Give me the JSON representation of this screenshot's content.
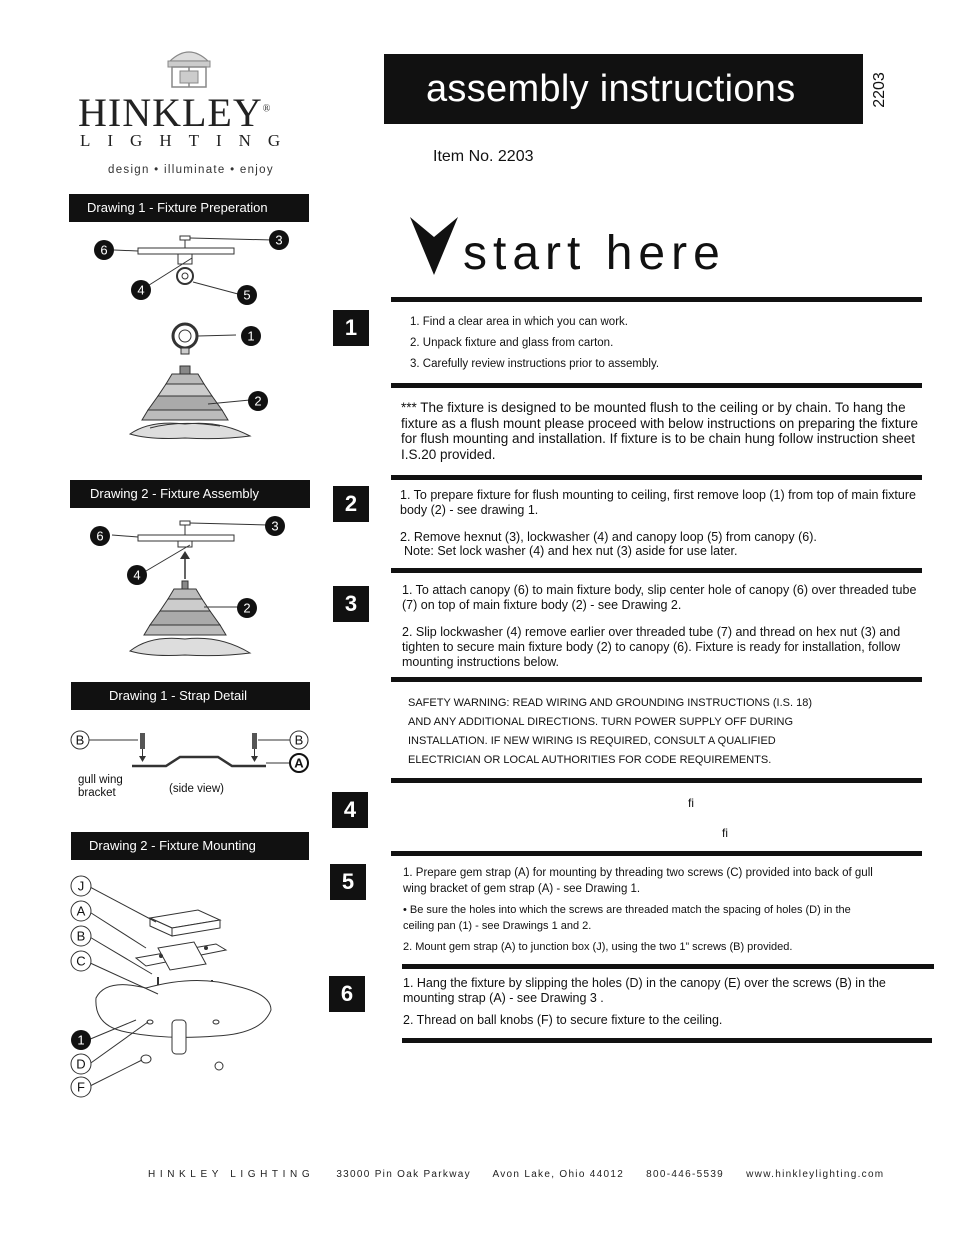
{
  "brand": {
    "name": "HINKLEY",
    "sub": "LIGHTING",
    "tagline": "design • illuminate • enjoy",
    "registered": "®"
  },
  "header": {
    "title": "assembly instructions",
    "item_code": "2203",
    "item_no": "Item No. 2203",
    "start": "start here"
  },
  "drawings": {
    "d1": "Drawing 1 - Fixture Preperation",
    "d2": "Drawing 2 - Fixture Assembly",
    "d3": "Drawing 1 - Strap Detail",
    "d4": "Drawing 2 - Fixture Mounting"
  },
  "callouts": {
    "one": "1",
    "two": "2",
    "three": "3",
    "four": "4",
    "five": "5",
    "six": "6",
    "A": "A",
    "B": "B",
    "C": "C",
    "D": "D",
    "F": "F",
    "J": "J"
  },
  "strap": {
    "gull_wing": "gull wing",
    "bracket": "bracket",
    "side_view": "(side view)"
  },
  "steps": {
    "s1_num": "1",
    "s1_lines": [
      "1. Find a clear area in which you can work.",
      "2. Unpack fixture and glass from carton.",
      "3. Carefully review instructions prior to assembly."
    ],
    "note": "*** The fixture is designed to be mounted flush to the ceiling or by chain. To hang the fixture as a flush mount please proceed with below instructions on preparing the fixture for flush mounting and installation. If fixture is to be chain hung follow instruction sheet I.S.20 provided.",
    "s2_num": "2",
    "s2_a": "1. To prepare fixture for flush mounting to ceiling, first remove loop (1) from top of main fixture body (2) - see drawing 1.",
    "s2_b": "2. Remove hexnut (3), lockwasher (4) and canopy loop (5) from canopy (6).",
    "s2_c": "Note: Set lock washer (4) and hex nut (3) aside for use later.",
    "s3_num": "3",
    "s3_a": "1. To attach canopy (6) to main fixture body, slip center hole of canopy (6) over threaded tube (7) on top of main fixture body (2) - see Drawing 2.",
    "s3_b": "2. Slip lockwasher (4) remove earlier over threaded tube (7) and thread on hex nut (3) and tighten to secure main fixture body (2) to canopy (6). Fixture is ready for installation, follow mounting instructions below.",
    "warning": [
      "SAFETY WARNING: READ WIRING AND GROUNDING INSTRUCTIONS (I.S. 18)",
      "AND ANY ADDITIONAL DIRECTIONS. TURN POWER SUPPLY OFF DURING",
      "INSTALLATION. IF NEW WIRING IS REQUIRED, CONSULT A QUALIFIED",
      "ELECTRICIAN OR LOCAL AUTHORITIES FOR CODE REQUIREMENTS."
    ],
    "s4_num": "4",
    "s4_glyph_a": "ﬁ",
    "s4_glyph_b": "ﬁ",
    "s5_num": "5",
    "s5_a": "1. Prepare gem strap (A) for mounting by threading two screws (C) provided into back of gull wing bracket of gem strap (A) - see Drawing 1.",
    "s5_b": "• Be sure the holes into which the screws are threaded match the spacing of holes (D) in the ceiling pan (1) - see Drawings 1 and 2.",
    "s5_c": "2. Mount gem strap (A) to junction box (J), using the two 1” screws (B) provided.",
    "s6_num": "6",
    "s6_a": "1. Hang the fixture by slipping the holes  (D)  in the canopy (E)  over the screws (B)  in the mounting strap (A)  - see Drawing 3  .",
    "s6_b": "2. Thread on ball knobs (F)  to secure fixture to the ceiling."
  },
  "footer": {
    "company": "HINKLEY LIGHTING",
    "address": "33000 Pin Oak Parkway",
    "city": "Avon Lake, Ohio   44012",
    "phone": "800-446-5539",
    "web": "www.hinkleylighting.com"
  }
}
